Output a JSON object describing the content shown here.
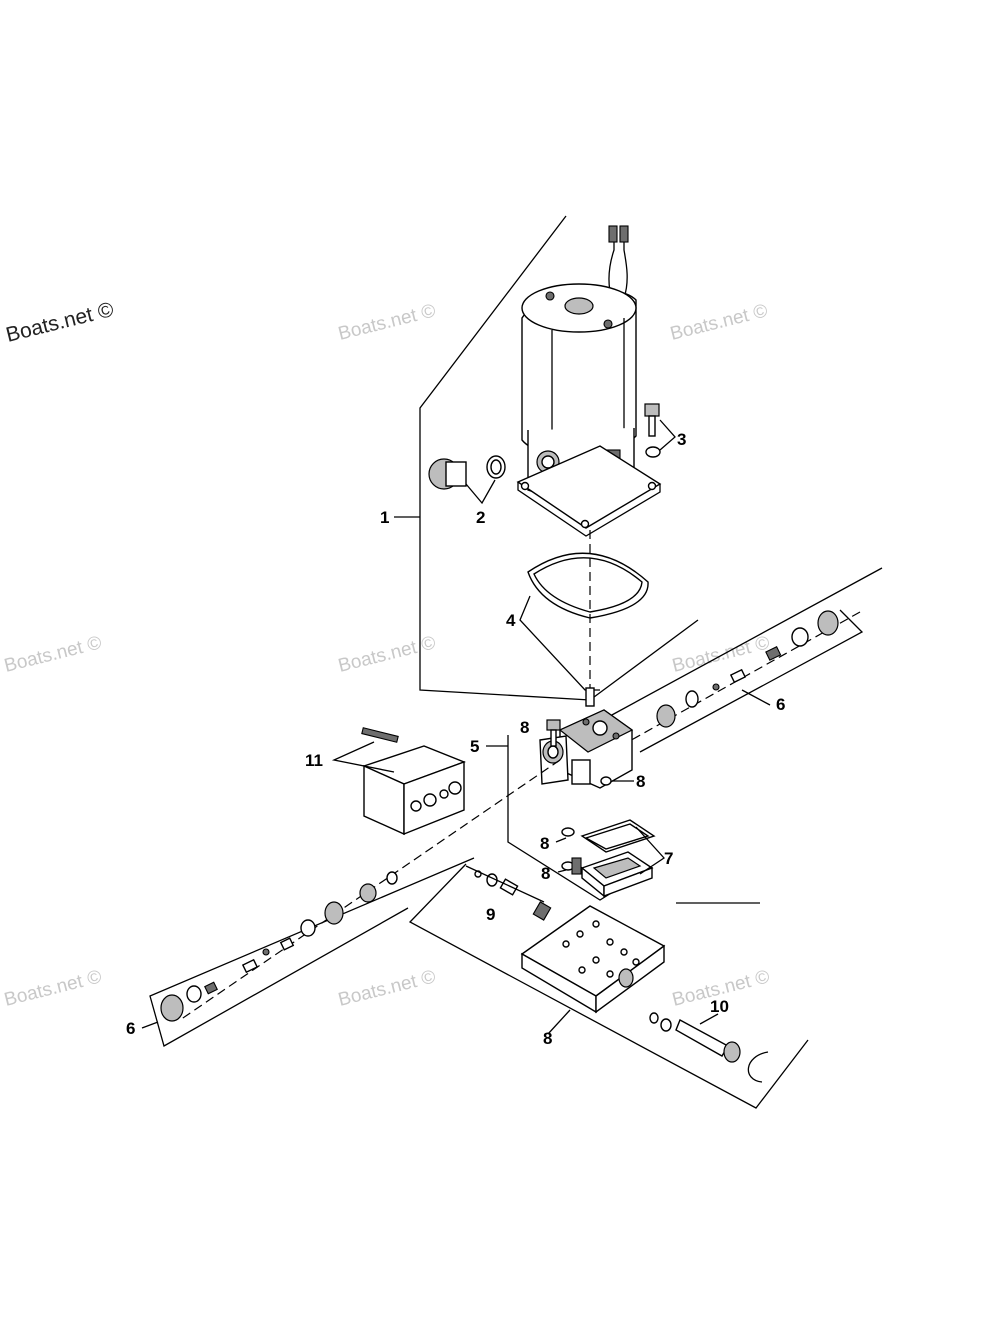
{
  "watermark": "Boats.net ©",
  "callouts": {
    "c1": "1",
    "c2": "2",
    "c3": "3",
    "c4": "4",
    "c5": "5",
    "c6_right": "6",
    "c6_left": "6",
    "c7": "7",
    "c8_screw": "8",
    "c8_right": "8",
    "c8_mid_a": "8",
    "c8_mid_b": "8",
    "c8_bottom": "8",
    "c9": "9",
    "c10": "10",
    "c11": "11"
  }
}
